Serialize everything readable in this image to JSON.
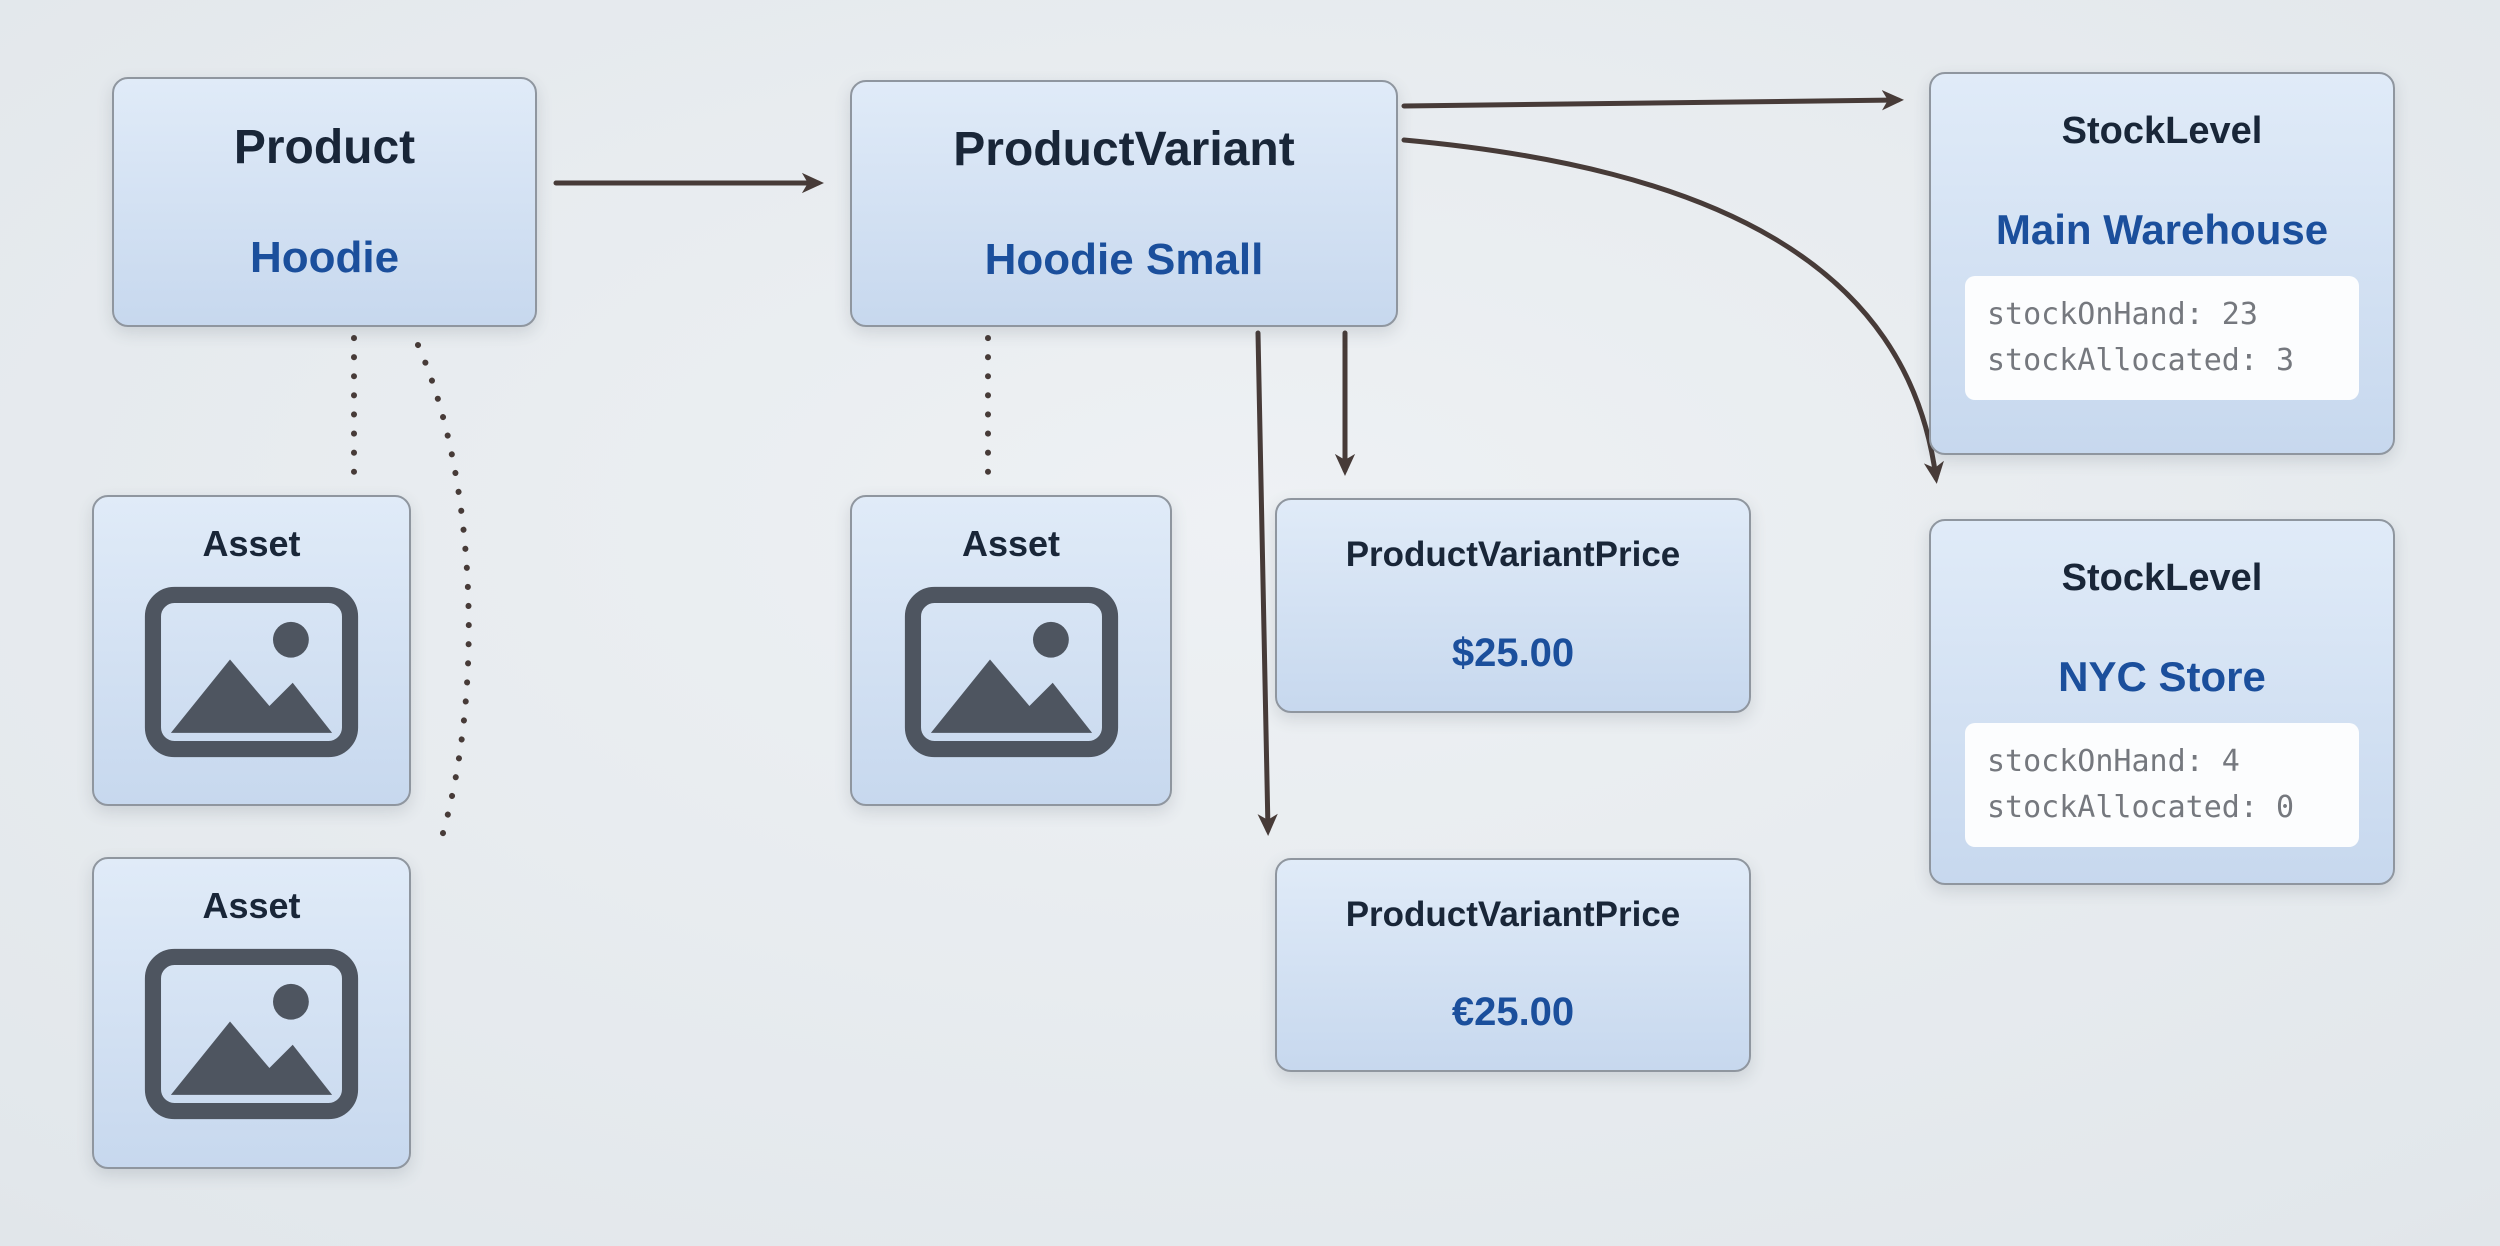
{
  "diagram": {
    "nodes": {
      "product": {
        "title": "Product",
        "value": "Hoodie"
      },
      "product_variant": {
        "title": "ProductVariant",
        "value": "Hoodie Small"
      },
      "stock_level_main": {
        "title": "StockLevel",
        "value": "Main Warehouse",
        "code": [
          "stockOnHand: 23",
          "stockAllocated: 3"
        ]
      },
      "stock_level_nyc": {
        "title": "StockLevel",
        "value": "NYC Store",
        "code": [
          "stockOnHand: 4",
          "stockAllocated: 0"
        ]
      },
      "asset_product_1": {
        "title": "Asset",
        "icon": "image-icon"
      },
      "asset_product_2": {
        "title": "Asset",
        "icon": "image-icon"
      },
      "asset_variant": {
        "title": "Asset",
        "icon": "image-icon"
      },
      "price_usd": {
        "title": "ProductVariantPrice",
        "value": "$25.00"
      },
      "price_eur": {
        "title": "ProductVariantPrice",
        "value": "€25.00"
      }
    },
    "edges": [
      {
        "from": "product",
        "to": "product_variant",
        "style": "solid-arrow"
      },
      {
        "from": "product_variant",
        "to": "stock_level_main",
        "style": "solid-arrow"
      },
      {
        "from": "product_variant",
        "to": "stock_level_nyc",
        "style": "solid-arrow-curved"
      },
      {
        "from": "product_variant",
        "to": "price_usd",
        "style": "solid-arrow"
      },
      {
        "from": "product_variant",
        "to": "price_eur",
        "style": "solid-arrow"
      },
      {
        "from": "product",
        "to": "asset_product_1",
        "style": "dotted"
      },
      {
        "from": "product",
        "to": "asset_product_2",
        "style": "dotted-curved"
      },
      {
        "from": "product_variant",
        "to": "asset_variant",
        "style": "dotted"
      }
    ],
    "colors": {
      "background_inner": "#eef1f4",
      "background_outer": "#d3d9de",
      "node_fill_top": "#e0ebf8",
      "node_fill_bottom": "#c7d8ee",
      "node_border": "#8f969f",
      "title": "#192638",
      "value": "#1b4f9c",
      "arrow": "#473b38",
      "code_bg": "#fcfdfe",
      "code_text": "#75787e",
      "icon": "#4e5560"
    }
  }
}
